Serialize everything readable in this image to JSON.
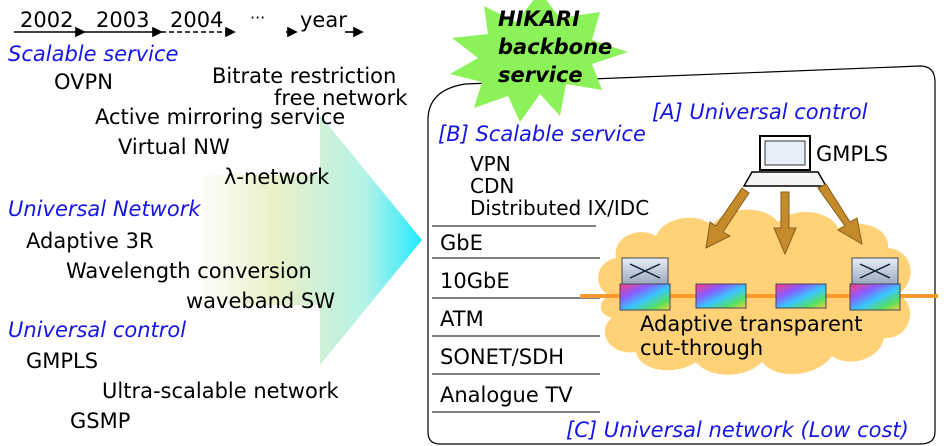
{
  "timeline": {
    "years": [
      "2002",
      "2003",
      "2004"
    ],
    "ellipsis": "···",
    "year_label": "year"
  },
  "left": {
    "scalable_service": {
      "heading": "Scalable service",
      "items": [
        "OVPN",
        "Bitrate restriction",
        "free network",
        "Active mirroring service",
        "Virtual NW",
        "λ-network"
      ]
    },
    "universal_network": {
      "heading": "Universal Network",
      "items": [
        "Adaptive 3R",
        "Wavelength conversion",
        "waveband SW"
      ]
    },
    "universal_control": {
      "heading": "Universal control",
      "items": [
        "GMPLS",
        "Ultra-scalable network",
        "GSMP"
      ]
    }
  },
  "burst": {
    "line1": "HIKARI",
    "line2": "backbone",
    "line3": "service"
  },
  "panel": {
    "a_label": "[A] Universal control",
    "gmpls": "GMPLS",
    "b_label": "[B] Scalable service",
    "b_items": [
      "VPN",
      "CDN",
      "Distributed IX/IDC"
    ],
    "layers": [
      "GbE",
      "10GbE",
      "ATM",
      "SONET/SDH",
      "Analogue TV"
    ],
    "cloud_text_1": "Adaptive transparent",
    "cloud_text_2": "cut-through",
    "c_label": "[C] Universal network (Low cost)"
  },
  "colors": {
    "accent_blue": "#1515e6",
    "burst_fill": "#8cf25a",
    "cloud_fill": "#ffd278",
    "arrow_brown": "#c58a2a",
    "orange_line": "#ff9a2e",
    "big_arrow": "#22eaff"
  }
}
